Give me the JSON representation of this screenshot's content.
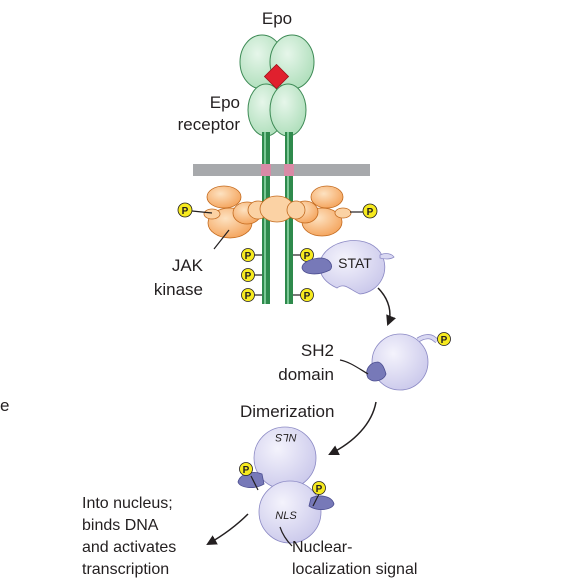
{
  "labels": {
    "epo": "Epo",
    "epo_receptor_1": "Epo",
    "epo_receptor_2": "receptor",
    "jak_1": "JAK",
    "jak_2": "kinase",
    "stat": "STAT",
    "sh2_1": "SH2",
    "sh2_2": "domain",
    "dimerization": "Dimerization",
    "left_edge": "e",
    "nucleus_1": "Into nucleus;",
    "nucleus_2": "binds DNA",
    "nucleus_3": "and activates",
    "nucleus_4": "transcription",
    "nls_signal_1": "Nuclear-",
    "nls_signal_2": "localization signal",
    "nls_top": "NLS",
    "nls_bottom": "NLS",
    "phosphate": "P"
  },
  "colors": {
    "receptor_green": "#bfe6c8",
    "receptor_stroke": "#3d8a55",
    "stalk_green": "#2e8a4c",
    "epo_red": "#e0202e",
    "membrane_gray": "#a7a9ac",
    "membrane_pink": "#d98aa6",
    "jak_orange": "#f5a35a",
    "jak_light": "#fbd2a4",
    "phosphate_yellow": "#f6ea1f",
    "stat_lavender": "#d9d8f2",
    "sh2_purple": "#7779b8"
  }
}
